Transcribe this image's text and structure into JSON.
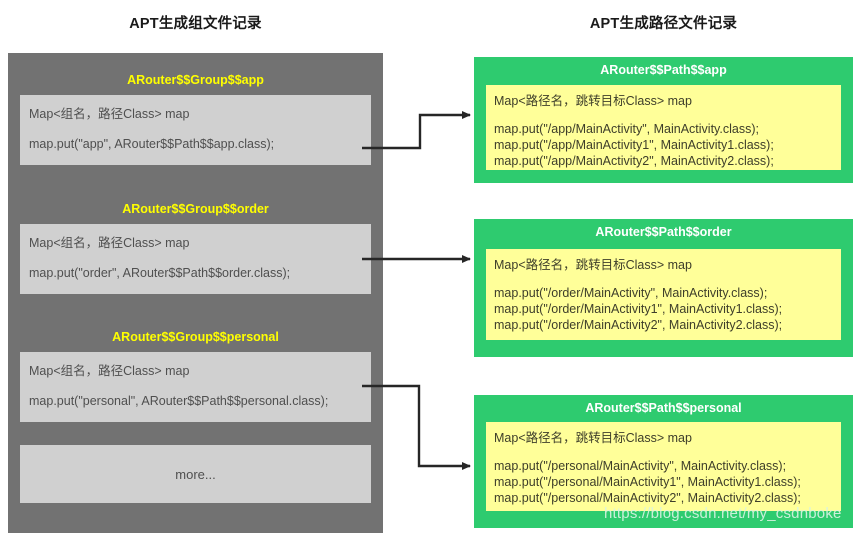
{
  "titles": {
    "left": "APT生成组文件记录",
    "right": "APT生成路径文件记录"
  },
  "left_panel": {
    "groups": [
      {
        "heading": "ARouter$$Group$$app",
        "line1": "Map<组名，路径Class> map",
        "line2": "map.put(\"app\", ARouter$$Path$$app.class);"
      },
      {
        "heading": "ARouter$$Group$$order",
        "line1": "Map<组名，路径Class> map",
        "line2": "map.put(\"order\", ARouter$$Path$$order.class);"
      },
      {
        "heading": "ARouter$$Group$$personal",
        "line1": "Map<组名，路径Class> map",
        "line2": "map.put(\"personal\", ARouter$$Path$$personal.class);"
      }
    ],
    "more_label": "more..."
  },
  "right_panel": {
    "boxes": [
      {
        "heading": "ARouter$$Path$$app",
        "map_decl": "Map<路径名，跳转目标Class> map",
        "puts": [
          "map.put(\"/app/MainActivity\", MainActivity.class);",
          "map.put(\"/app/MainActivity1\", MainActivity1.class);",
          "map.put(\"/app/MainActivity2\", MainActivity2.class);"
        ]
      },
      {
        "heading": "ARouter$$Path$$order",
        "map_decl": "Map<路径名，跳转目标Class> map",
        "puts": [
          "map.put(\"/order/MainActivity\", MainActivity.class);",
          "map.put(\"/order/MainActivity1\", MainActivity1.class);",
          "map.put(\"/order/MainActivity2\", MainActivity2.class);"
        ]
      },
      {
        "heading": "ARouter$$Path$$personal",
        "map_decl": "Map<路径名，跳转目标Class> map",
        "puts": [
          "map.put(\"/personal/MainActivity\", MainActivity.class);",
          "map.put(\"/personal/MainActivity1\", MainActivity1.class);",
          "map.put(\"/personal/MainActivity2\", MainActivity2.class);"
        ]
      }
    ]
  },
  "watermark": "https://blog.csdn.net/my_csdnboke",
  "colors": {
    "panel_gray": "#727272",
    "inner_gray": "#d0d0d0",
    "green": "#2ecb6f",
    "yellow": "#ffff99",
    "heading_yellow": "#ffff00",
    "heading_white": "#ffffff",
    "arrow": "#262626"
  }
}
